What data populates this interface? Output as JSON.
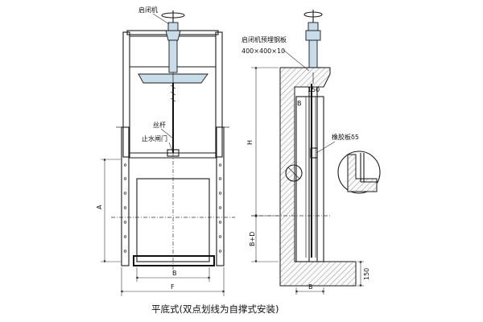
{
  "labels": {
    "hoist": "启闭机",
    "screw_rod": "丝杆",
    "gate_door": "止水闸门",
    "hoist_embedded_plate": "启闭机预埋钢板",
    "plate_size": "400×400×10",
    "rubber_plate": "橡胶板δ5"
  },
  "dimensions": {
    "A": "A",
    "B_front": "B",
    "F": "F",
    "H": "H",
    "B_side": "B",
    "BxD": "B+D",
    "B_bottom": "B",
    "d150_top": "150",
    "d150_bottom": "150"
  },
  "caption": "平底式(双点划线为自撑式安装)"
}
